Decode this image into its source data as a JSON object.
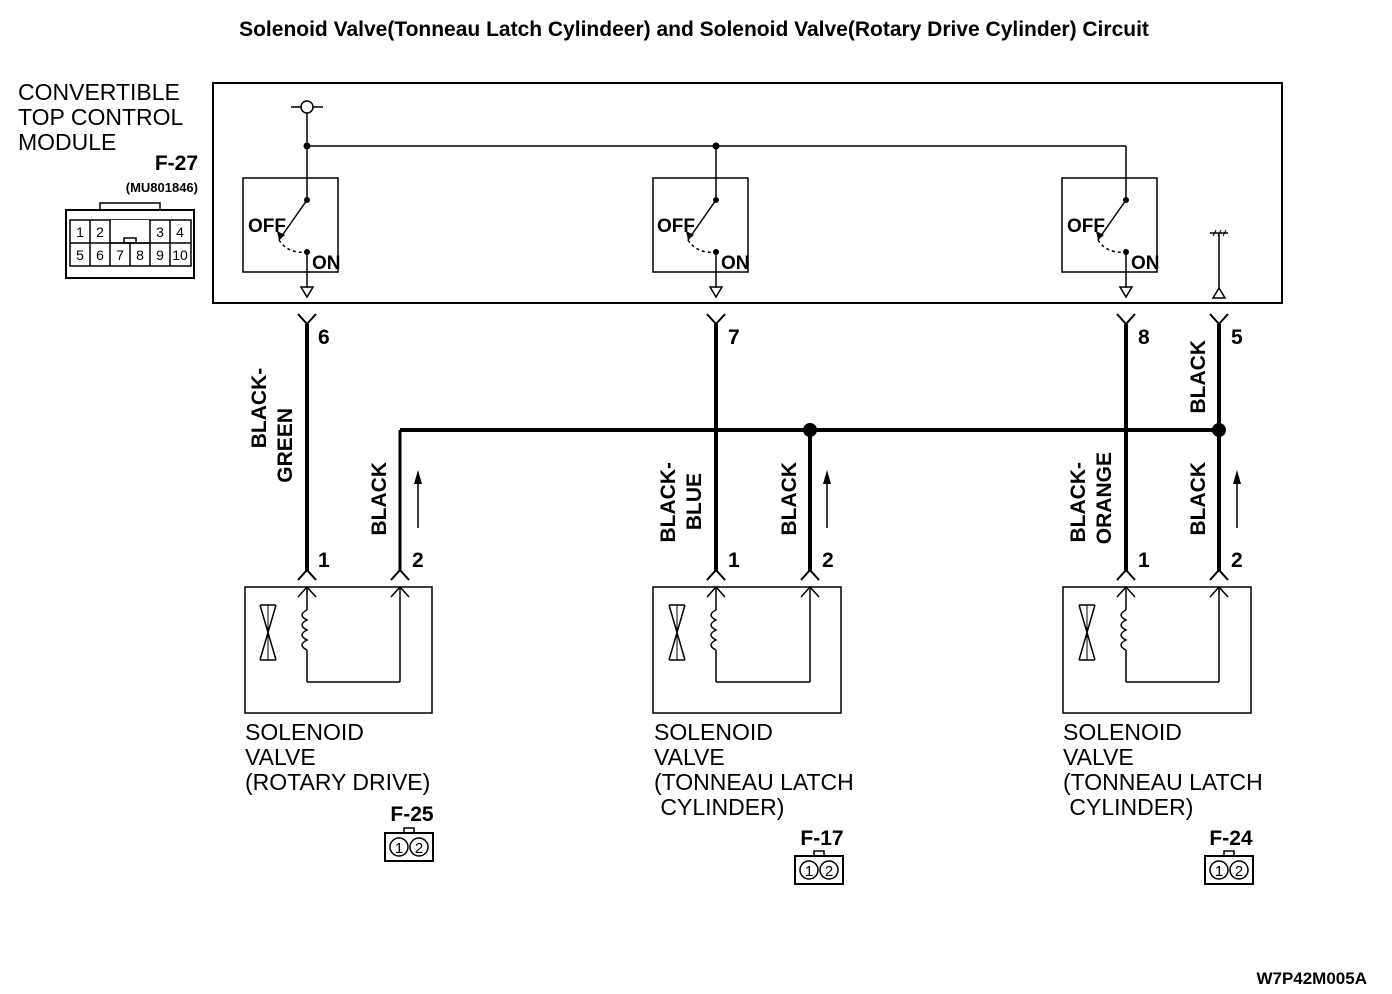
{
  "title": "Solenoid Valve(Tonneau Latch Cylindeer) and Solenoid Valve(Rotary Drive Cylinder) Circuit",
  "module": {
    "name_lines": [
      "CONVERTIBLE",
      "TOP CONTROL",
      "MODULE"
    ],
    "connector_id": "F-27",
    "part_number": "(MU801846)",
    "pins_top": [
      "1",
      "2",
      "3",
      "4"
    ],
    "pins_bottom": [
      "5",
      "6",
      "7",
      "8",
      "9",
      "10"
    ]
  },
  "switches": [
    {
      "off_label": "OFF",
      "on_label": "ON"
    },
    {
      "off_label": "OFF",
      "on_label": "ON"
    },
    {
      "off_label": "OFF",
      "on_label": "ON"
    }
  ],
  "module_pins": [
    "6",
    "7",
    "8",
    "5"
  ],
  "wires": {
    "black_green": [
      "BLACK-",
      "GREEN"
    ],
    "black_blue": [
      "BLACK-",
      "BLUE"
    ],
    "black_orange": [
      "BLACK-",
      "ORANGE"
    ],
    "black": "BLACK"
  },
  "valves": [
    {
      "pin1": "1",
      "pin2": "2",
      "label_lines": [
        "SOLENOID",
        "VALVE",
        "(ROTARY DRIVE)"
      ],
      "connector_id": "F-25",
      "connector_pins": [
        "1",
        "2"
      ]
    },
    {
      "pin1": "1",
      "pin2": "2",
      "label_lines": [
        "SOLENOID",
        "VALVE",
        "(TONNEAU LATCH",
        " CYLINDER)"
      ],
      "connector_id": "F-17",
      "connector_pins": [
        "1",
        "2"
      ]
    },
    {
      "pin1": "1",
      "pin2": "2",
      "label_lines": [
        "SOLENOID",
        "VALVE",
        "(TONNEAU LATCH",
        " CYLINDER)"
      ],
      "connector_id": "F-24",
      "connector_pins": [
        "1",
        "2"
      ]
    }
  ],
  "figure_code": "W7P42M005A"
}
